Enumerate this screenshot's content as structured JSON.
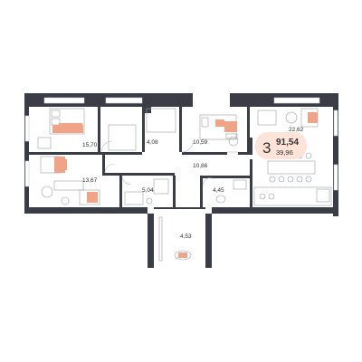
{
  "plan": {
    "rooms_count": "3",
    "total_area": "91,54",
    "living_area": "39,96",
    "colors": {
      "wall": "#3a3d45",
      "accent": "#f0a487",
      "badge": "#fde3d8",
      "furniture": "#9a9ea5"
    },
    "rooms": [
      {
        "key": "bedroom_left_top",
        "area": "15,70"
      },
      {
        "key": "wardrobe",
        "area": "4,08"
      },
      {
        "key": "bedroom_center",
        "area": "10,59"
      },
      {
        "key": "kitchen_living",
        "area": "22,62"
      },
      {
        "key": "bedroom_left_bottom",
        "area": "13,67"
      },
      {
        "key": "hallway",
        "area": "10,86"
      },
      {
        "key": "bathroom",
        "area": "5,04"
      },
      {
        "key": "toilet",
        "area": "4,45"
      },
      {
        "key": "balcony",
        "area": "4,53"
      }
    ]
  }
}
